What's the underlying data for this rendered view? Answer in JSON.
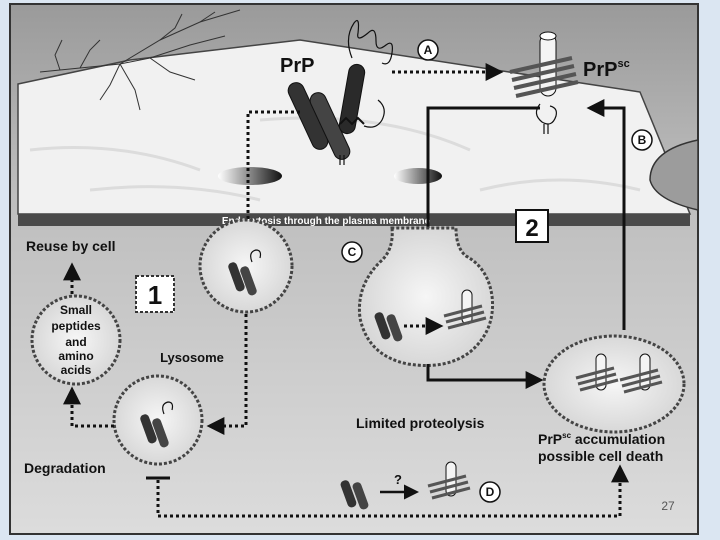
{
  "labels": {
    "prp": "PrP",
    "prpsc_main": "PrP",
    "prpsc_sup": "sc",
    "endocytosis": "Endocytosis through the plasma membrane",
    "reuse": "Reuse by cell",
    "small_peptides": [
      "Small",
      "peptides",
      "and",
      "amino",
      "acids"
    ],
    "lysosome": "Lysosome",
    "degradation": "Degradation",
    "limited_proteolysis": "Limited proteolysis",
    "accum_line1_pre": "PrP",
    "accum_line1_sup": "sc",
    "accum_line1_post": " accumulation",
    "accum_line2": "possible cell death",
    "question": "?",
    "box1": "1",
    "box2": "2",
    "circle_a": "A",
    "circle_b": "B",
    "circle_c": "C",
    "circle_d": "D"
  },
  "slide_number": "27",
  "colors": {
    "slide_background": "#dbe6f2",
    "panel_background": "#cfcfcf",
    "membrane_top": "#f2f2f2",
    "membrane_bar": "#4a4a4a",
    "arrow": "#111111"
  }
}
